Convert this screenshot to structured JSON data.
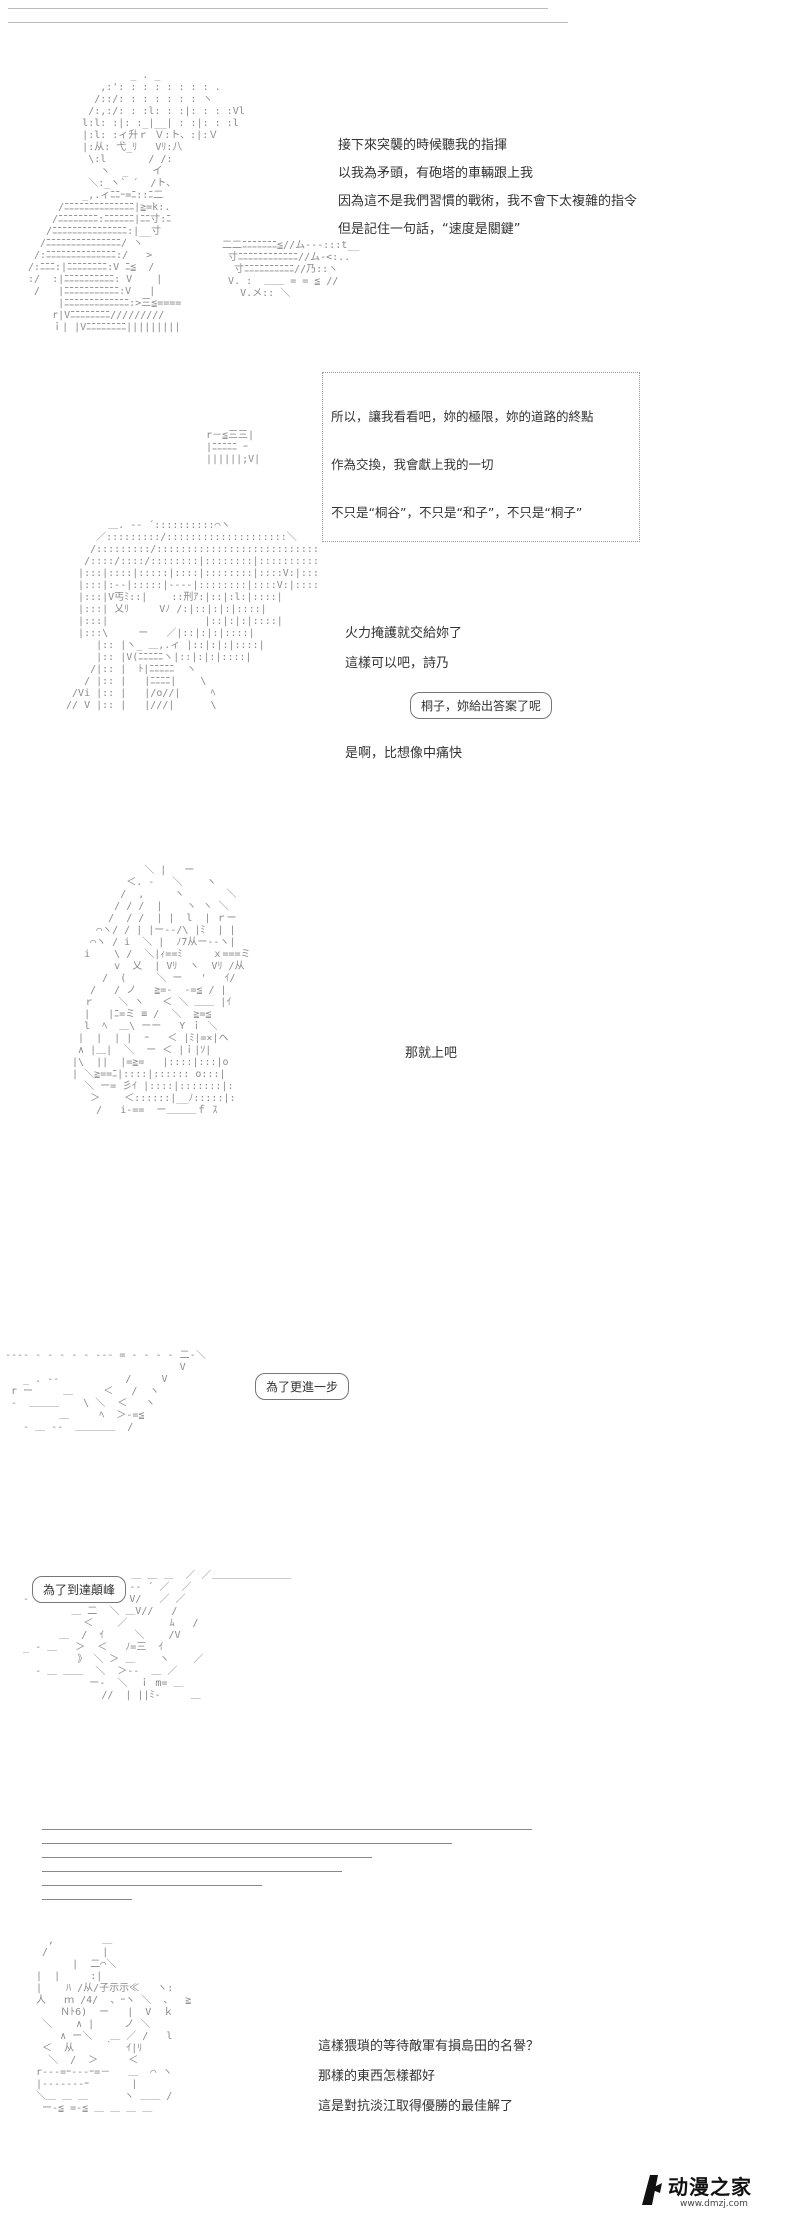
{
  "panel1": {
    "lines": [
      "接下來突襲的時候聽我的指揮",
      "以我為矛頭，有砲塔的車輛跟上我",
      "因為這不是我們習慣的戰術，我不會下太複雜的指令",
      "但是記住一句話，“速度是關鍵”"
    ],
    "box_lines": [
      "所以，讓我看看吧，妳的極限，妳的道路的終點",
      "作為交換，我會獻上我的一切",
      "不只是“桐谷”，不只是“和子”，不只是“桐子”"
    ]
  },
  "panel2": {
    "line1": "火力掩護就交給妳了",
    "line2": "這樣可以吧，詩乃",
    "bubble": "桐子，妳給出答案了呢",
    "line3": "是啊，比想像中痛快"
  },
  "panel3": {
    "line": "那就上吧"
  },
  "panel4": {
    "bubble": "為了更進一步"
  },
  "panel5": {
    "bubble": "為了到達顛峰"
  },
  "panel7": {
    "lines": [
      "這樣猥瑣的等待敵軍有損島田的名譽？",
      "那樣的東西怎樣都好",
      "這是對抗淡江取得優勝的最佳解了"
    ]
  },
  "watermark": {
    "logo": "动漫之家",
    "url": "www.dmzj.com"
  }
}
